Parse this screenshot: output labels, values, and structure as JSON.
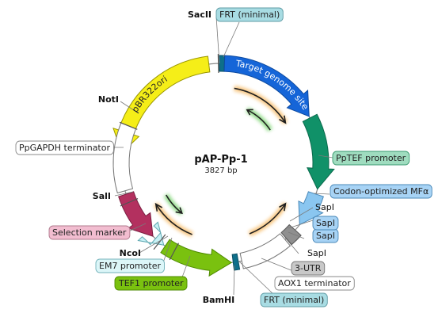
{
  "plasmid": {
    "name": "pAP-Pp-1",
    "length": "3827 bp"
  },
  "features": {
    "frt_top": {
      "label": "FRT (minimal)",
      "color": "#0e6f8a"
    },
    "target": {
      "label": "Target genome site",
      "color": "#1565d8"
    },
    "pptef": {
      "label": "PpTEF promoter",
      "color": "#109168"
    },
    "mfa": {
      "label": "Codon-optimized MFα",
      "color": "#8ac6f0"
    },
    "utr": {
      "label": "3-UTR",
      "color": "#8f8f8f"
    },
    "aox1": {
      "label": "AOX1 terminator",
      "color": "#ffffff"
    },
    "frt_bottom": {
      "label": "FRT (minimal)",
      "color": "#0e6f8a"
    },
    "tef1": {
      "label": "TEF1 promoter",
      "color": "#7ac10f"
    },
    "em7": {
      "label": "EM7 promoter",
      "color": "#c6f1f5"
    },
    "selection": {
      "label": "Selection marker",
      "color": "#b3305f"
    },
    "ppgapdh": {
      "label": "PpGAPDH terminator",
      "color": "#ffffff"
    },
    "pbr": {
      "label": "pBR322ori",
      "color": "#f5ee18"
    }
  },
  "sites": {
    "sacii": "SacII",
    "noti": "NotI",
    "sali": "SalI",
    "ncoi": "NcoI",
    "bamhi": "BamHI",
    "sapi_1": "SapI",
    "sapi_2": "SapI",
    "sapi_3": "SapI",
    "sapi_4": "SapI"
  },
  "colors": {
    "backbone": "#888888",
    "orange_arrow": "#f39a1f",
    "green_arrow": "#3cbf2e",
    "label_box_teal": "#a8dce3",
    "label_box_green": "#7ac10f",
    "label_box_blue": "#a7d3f5",
    "label_box_pink": "#f2bdd0",
    "label_box_gray": "#c8c8c8"
  }
}
